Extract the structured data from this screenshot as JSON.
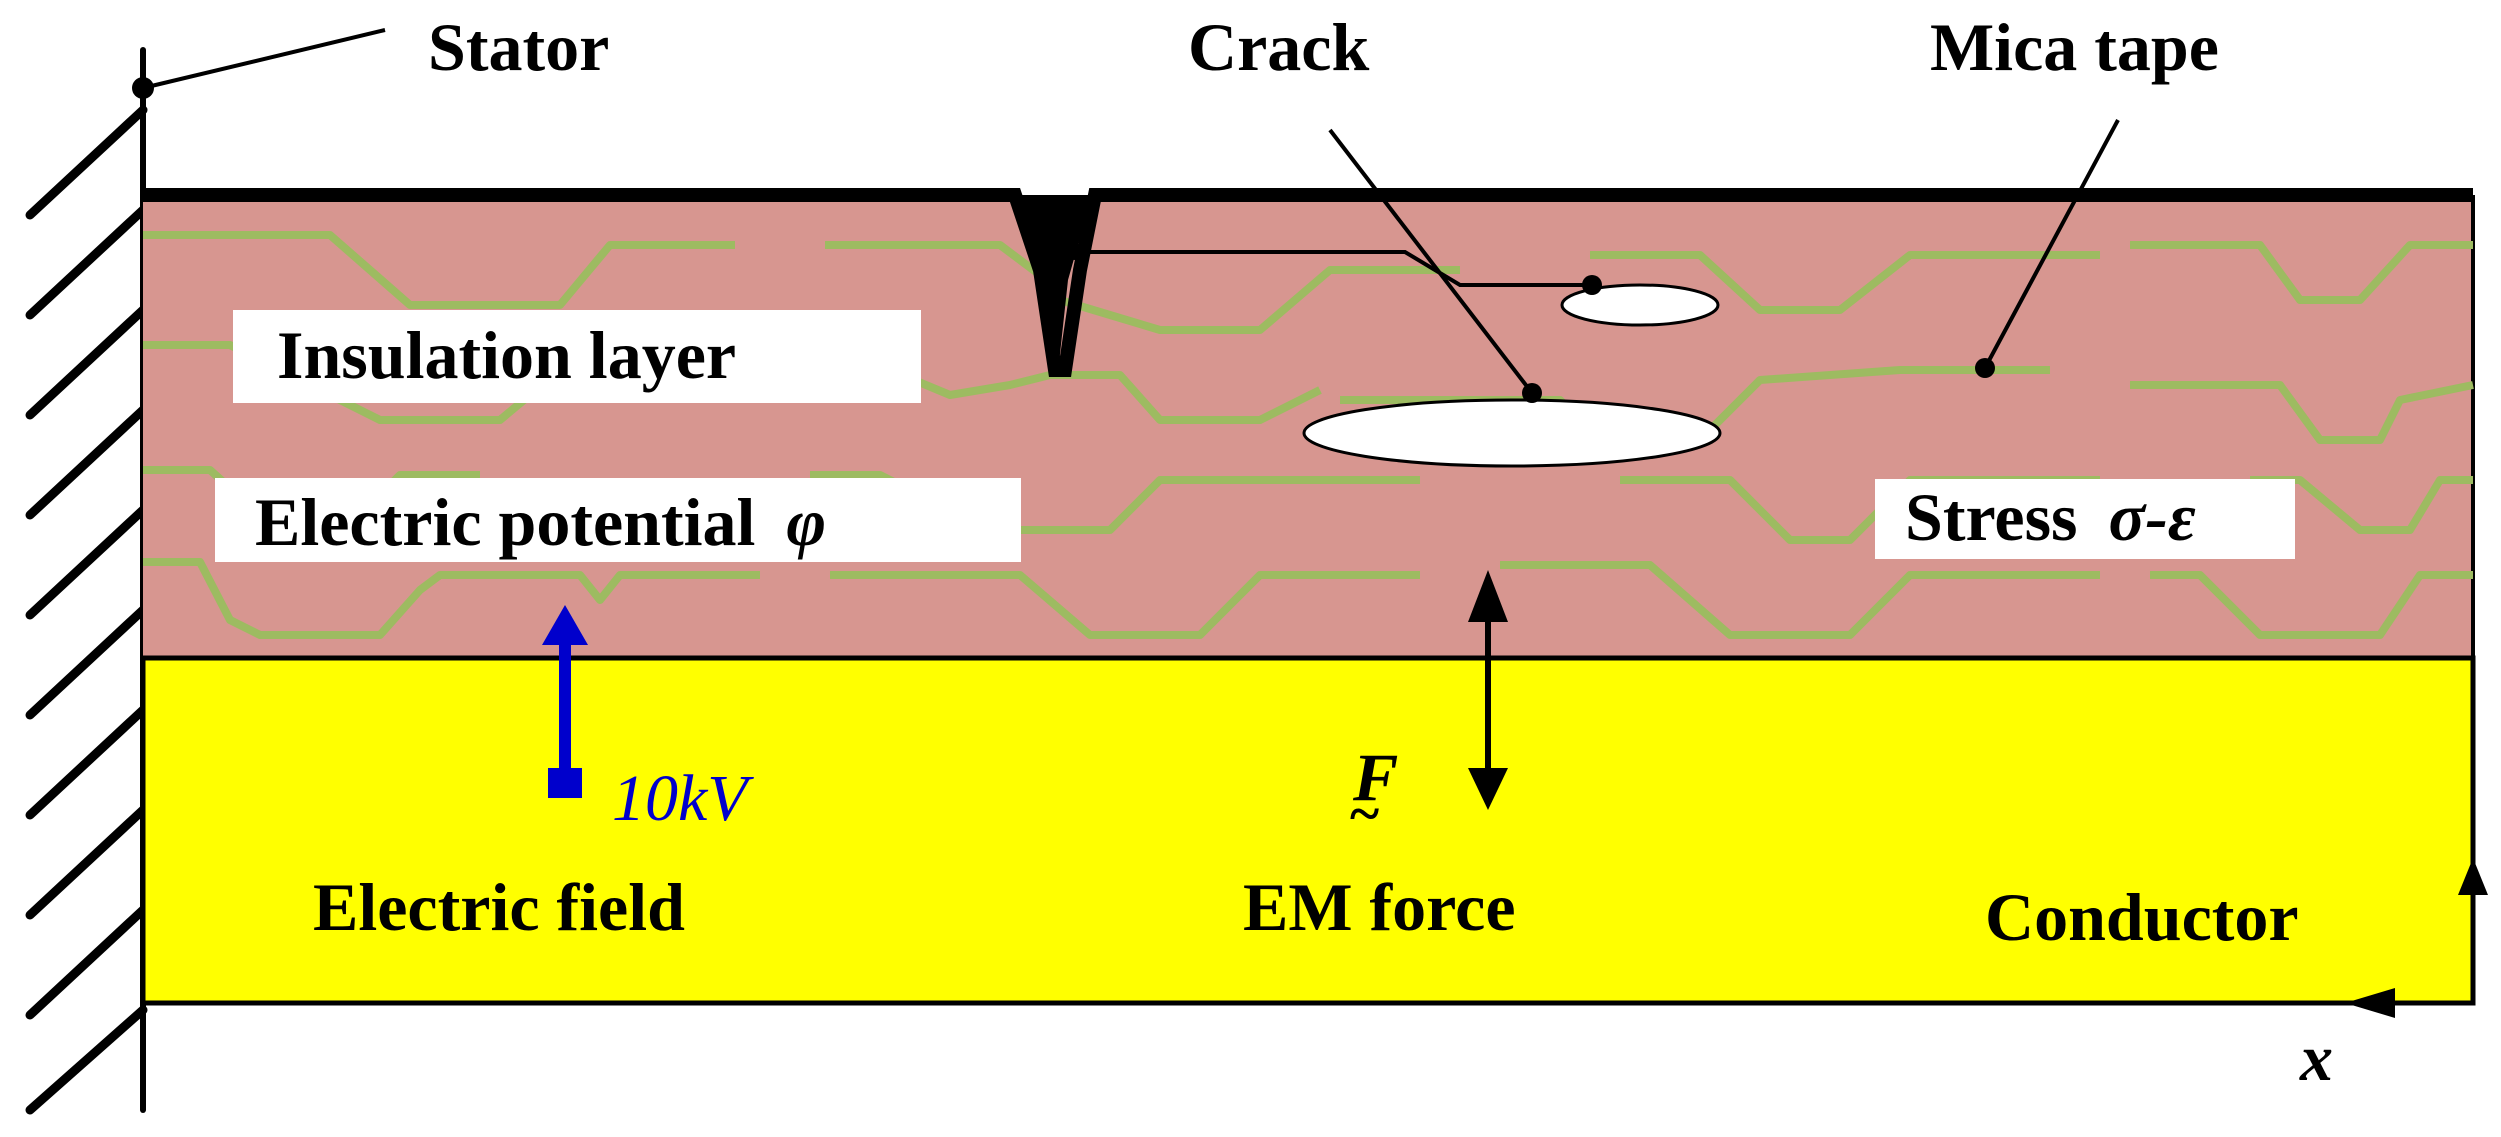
{
  "labels": {
    "stator": "Stator",
    "crack": "Crack",
    "mica_tape": "Mica tape",
    "insulation_layer": "Insulation layer",
    "electric_potential": "Electric potential",
    "phi_symbol": "φ",
    "stress": "Stress",
    "sigma_eps": "σ-ε",
    "voltage": "10kV",
    "force_symbol": "F",
    "force_tilde": "~",
    "electric_field": "Electric field",
    "em_force": "EM force",
    "conductor": "Conductor",
    "x_axis": "x"
  },
  "colors": {
    "insulation": "#D79690",
    "conductor": "#FFFF00",
    "mica": "#9DBB61",
    "voltage_arrow": "#0000CC",
    "outline": "#000000",
    "label_box": "#FFFFFF"
  }
}
